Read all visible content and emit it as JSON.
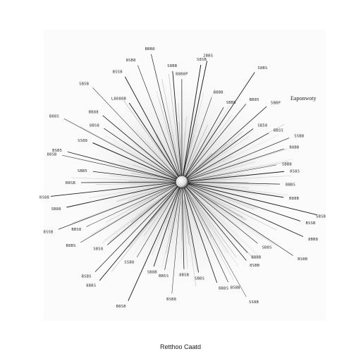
{
  "caption": "Retthoo Caatd",
  "side_label": "Eaponwoty",
  "hub": {
    "id": "center-hub"
  },
  "colors": {
    "background": "#ffffff",
    "panel": "#fbfbfb",
    "ink": "#1e1e1e",
    "haze": "#9a9a9a"
  },
  "nodes": [
    {
      "label": "B8B8P"
    },
    {
      "label": "S8SB"
    },
    {
      "label": "2BBS"
    },
    {
      "label": "8BBB"
    },
    {
      "label": "SBB8"
    },
    {
      "label": "S8BS"
    },
    {
      "label": "BB85"
    },
    {
      "label": "5BBP"
    },
    {
      "label": "SB58"
    },
    {
      "label": "BBSS"
    },
    {
      "label": "SSBB"
    },
    {
      "label": "B8BB"
    },
    {
      "label": "SBBB"
    },
    {
      "label": "8S8S"
    },
    {
      "label": "BBBS"
    },
    {
      "label": "B88B"
    },
    {
      "label": "SBSB"
    },
    {
      "label": "BSSB"
    },
    {
      "label": "8BB8"
    },
    {
      "label": "BS8B"
    },
    {
      "label": "SB8S"
    },
    {
      "label": "BBBB"
    },
    {
      "label": "8SBB"
    },
    {
      "label": "SS8B"
    },
    {
      "label": "B5BB"
    },
    {
      "label": "BB8S"
    },
    {
      "label": "SBBS"
    },
    {
      "label": "8BSB"
    },
    {
      "label": "BSB8"
    },
    {
      "label": "BB5S"
    },
    {
      "label": "SB8B"
    },
    {
      "label": "B8S8"
    },
    {
      "label": "SSB8"
    },
    {
      "label": "8BBS"
    },
    {
      "label": "BSBS"
    },
    {
      "label": "SBS8"
    },
    {
      "label": "B8BS"
    },
    {
      "label": "BBS8"
    },
    {
      "label": "8SSB"
    },
    {
      "label": "SB88"
    },
    {
      "label": "BS88"
    },
    {
      "label": "B8SB"
    },
    {
      "label": "SBB5"
    },
    {
      "label": "88SB"
    },
    {
      "label": "BSB5"
    },
    {
      "label": "SS88"
    },
    {
      "label": "B88S"
    },
    {
      "label": "8BS8"
    },
    {
      "label": "BB88"
    },
    {
      "label": "SB5B"
    },
    {
      "label": "L8888B"
    },
    {
      "label": "BS5B"
    },
    {
      "label": "8SB8"
    },
    {
      "label": "BBB8"
    },
    {
      "label": "S8BB"
    }
  ]
}
